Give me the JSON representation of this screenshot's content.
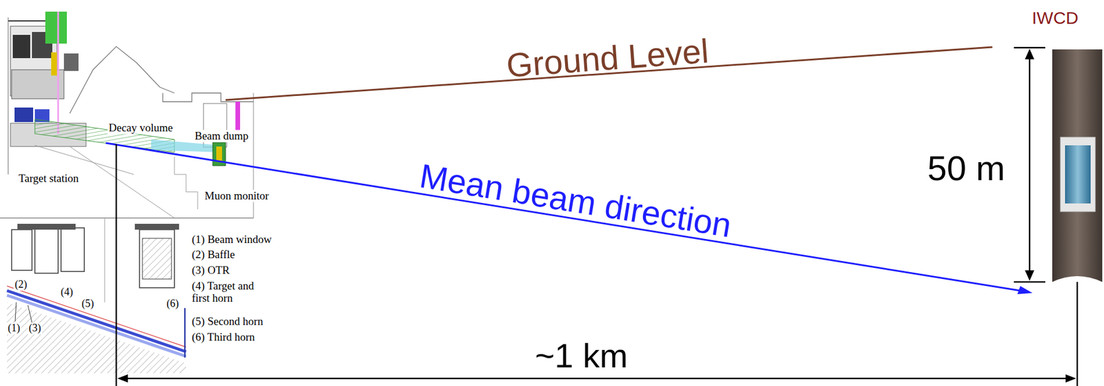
{
  "diagram": {
    "labels": [
      "IWCD",
      "Ground Level",
      "Mean beam direction",
      "50 m",
      "~1 km",
      "Target station",
      "Decay volume",
      "Beam dump",
      "Muon monitor",
      "(1) Beam window",
      "(2) Baffle",
      "(3) OTR",
      "(4) Target and first horn",
      "(5) Second horn",
      "(6) Third horn",
      "(2)",
      "(4)",
      "(5)",
      "(1)",
      "(3)",
      "(6)"
    ]
  }
}
